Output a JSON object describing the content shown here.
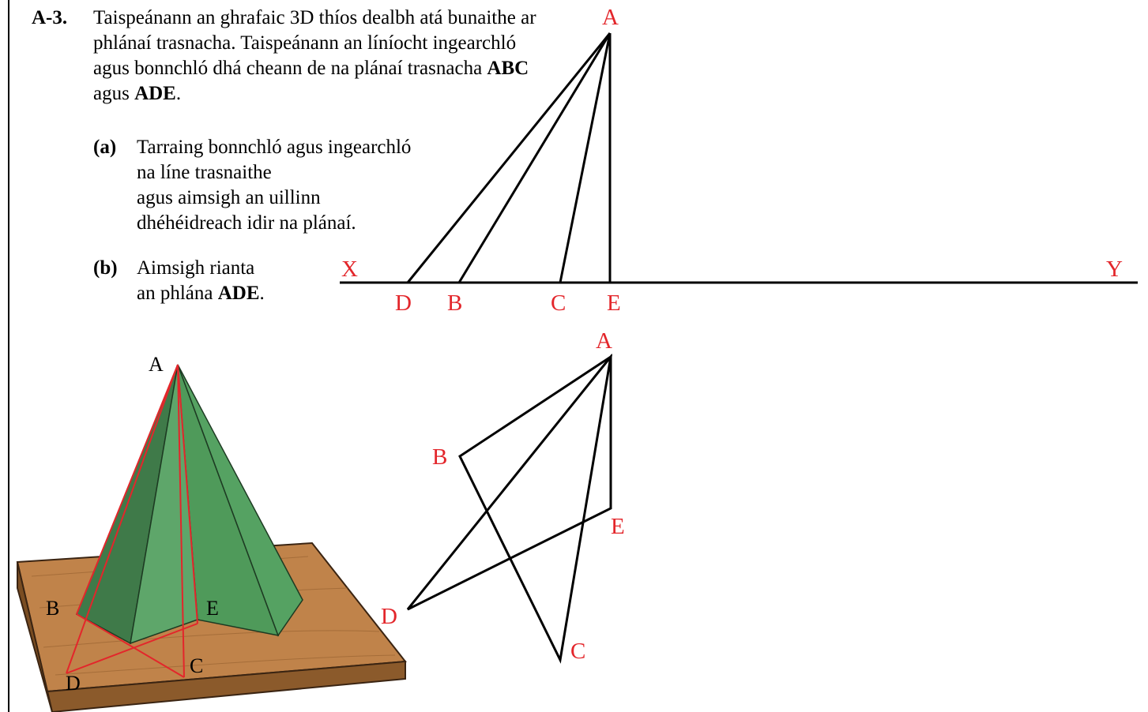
{
  "question": {
    "number": "A-3.",
    "intro_1": "Taispeánann an ghrafaic 3D thíos dealbh atá bunaithe ar phlánaí trasnacha. Taispeánann an líníocht ingearchló agus bonnchló dhá cheann de na plánaí trasnacha ",
    "abc": "ABC",
    "agus": " agus ",
    "ade": "ADE",
    "period": "."
  },
  "part_a": {
    "label": "(a)",
    "line1": "Tarraing bonnchló agus ingearchló",
    "line2": "na líne trasnaithe",
    "line3": "agus aimsigh an uillinn",
    "line4": "dhéhéidreach idir na plánaí."
  },
  "part_b": {
    "label": "(b)",
    "line1": "Aimsigh rianta",
    "line2": "an phlána ",
    "bold": "ADE",
    "end": "."
  },
  "elevation": {
    "A": "A",
    "X": "X",
    "Y": "Y",
    "D": "D",
    "B": "B",
    "C": "C",
    "E": "E"
  },
  "plan": {
    "A": "A",
    "B": "B",
    "E": "E",
    "D": "D",
    "C": "C"
  },
  "model": {
    "A": "A",
    "B": "B",
    "E": "E",
    "C": "C",
    "D": "D"
  },
  "colors": {
    "label_red": "#e3262b",
    "wood": "#c0834a",
    "green": "#4f9a5a"
  }
}
